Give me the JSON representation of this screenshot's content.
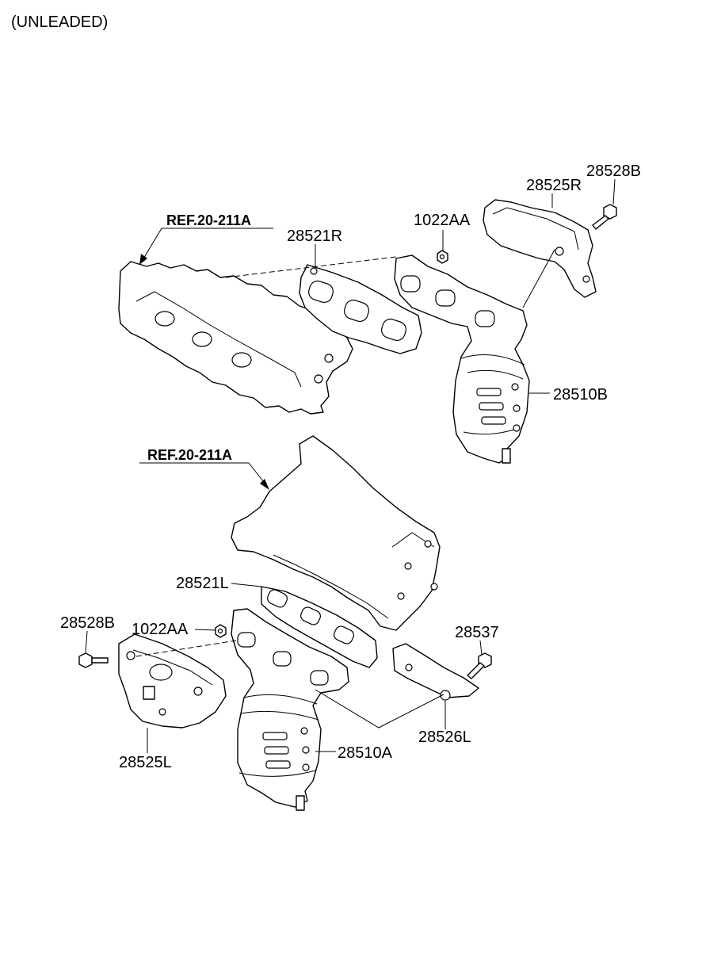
{
  "header": {
    "variant": "(UNLEADED)"
  },
  "references": {
    "upper_ref": "REF.20-211A",
    "lower_ref": "REF.20-211A"
  },
  "parts": {
    "gasket_rh": "28521R",
    "nut_rh": "1022AA",
    "heat_protector_rh": "28525R",
    "bolt_rh": "28528B",
    "manifold_catalyst_rh": "28510B",
    "gasket_lh": "28521L",
    "bolt_lh": "28528B",
    "nut_lh": "1022AA",
    "heat_protector_lh": "28525L",
    "manifold_catalyst_lh": "28510A",
    "bolt_bracket": "28537",
    "bracket_lh": "28526L"
  }
}
